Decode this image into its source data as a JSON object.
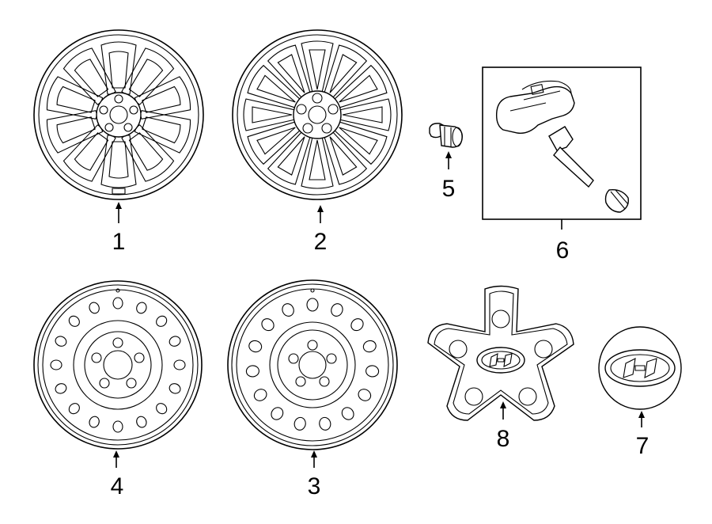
{
  "parts": [
    {
      "number": "1",
      "icon": "alloy-wheel-10-spoke-icon"
    },
    {
      "number": "2",
      "icon": "alloy-wheel-split-spoke-icon"
    },
    {
      "number": "3",
      "icon": "steel-wheel-large-icon"
    },
    {
      "number": "4",
      "icon": "steel-wheel-small-icon"
    },
    {
      "number": "5",
      "icon": "lug-nut-icon"
    },
    {
      "number": "6",
      "icon": "tpms-sensor-kit-icon"
    },
    {
      "number": "7",
      "icon": "center-cap-logo-icon"
    },
    {
      "number": "8",
      "icon": "center-cap-five-point-icon"
    }
  ],
  "colors": {
    "line": "#000000",
    "background": "#ffffff"
  }
}
